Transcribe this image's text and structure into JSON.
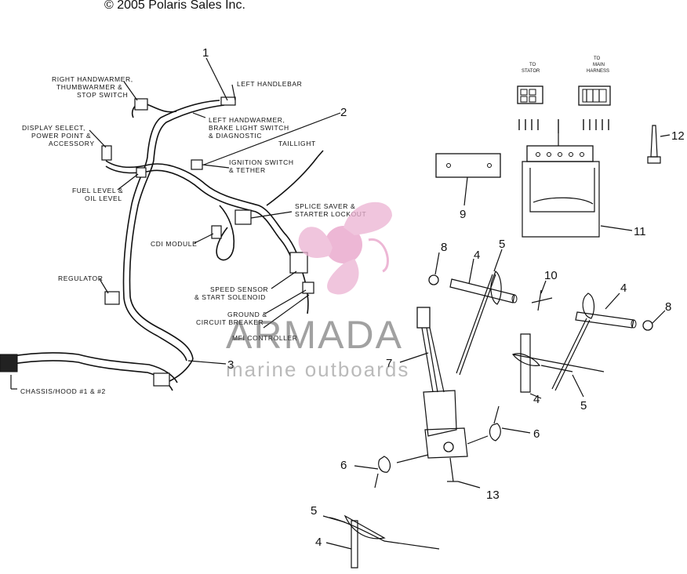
{
  "copyright": "© 2005 Polaris Sales Inc.",
  "watermark": {
    "brand": "ARMADA",
    "subtitle": "marine outboards",
    "color": "#e8a0c8"
  },
  "harness_labels": {
    "right_handwarmer": [
      "RIGHT HANDWARMER,",
      "THUMBWARMER &",
      "STOP SWITCH"
    ],
    "left_handlebar": "LEFT HANDLEBAR",
    "left_handwarmer": [
      "LEFT HANDWARMER,",
      "BRAKE LIGHT SWITCH",
      "& DIAGNOSTIC"
    ],
    "display_select": [
      "DISPLAY SELECT,",
      "POWER POINT &",
      "ACCESSORY"
    ],
    "taillight": "TAILLIGHT",
    "ignition_switch": [
      "IGNITION SWITCH",
      "& TETHER"
    ],
    "fuel_level": [
      "FUEL LEVEL &",
      "OIL LEVEL"
    ],
    "splice_saver": [
      "SPLICE SAVER &",
      "STARTER LOCKOUT"
    ],
    "cdi_module": "CDI MODULE",
    "regulator": "REGULATOR",
    "speed_sensor": [
      "SPEED SENSOR",
      "& START SOLENOID"
    ],
    "ground": [
      "GROUND &",
      "CIRCUIT BREAKER"
    ],
    "mfi_controller": "MFI CONTROLLER",
    "chassis_hood": "CHASSIS/HOOD #1 & #2"
  },
  "connectors": {
    "to_station": [
      "TO",
      "STATOR"
    ],
    "to_main_harness": [
      "TO",
      "MAIN",
      "HARNESS"
    ]
  },
  "callouts": {
    "n1": "1",
    "n2": "2",
    "n3": "3",
    "n4a": "4",
    "n4b": "4",
    "n4c": "4",
    "n4d": "4",
    "n5a": "5",
    "n5b": "5",
    "n5c": "5",
    "n6a": "6",
    "n6b": "6",
    "n7": "7",
    "n8a": "8",
    "n8b": "8",
    "n9": "9",
    "n10": "10",
    "n11": "11",
    "n12": "12",
    "n13": "13"
  }
}
